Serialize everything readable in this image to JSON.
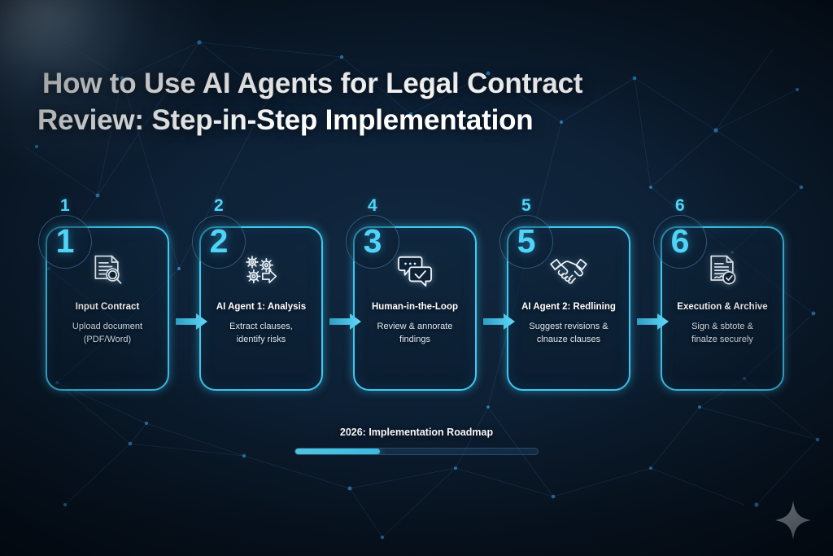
{
  "title": {
    "line1": "How to Use AI Agents for Legal Contract",
    "line2": "Review: Step-in-Step Implementation"
  },
  "colors": {
    "accent": "#3fc9f2",
    "accent_bright": "#4fd4f7",
    "background": "#0a1420",
    "text": "#ffffff",
    "text_muted": "#dfe9f2"
  },
  "steps": [
    {
      "mini_number": "1",
      "badge_number": "1",
      "icon": "document-search-icon",
      "title": "Input Contract",
      "desc_line1": "Upload document",
      "desc_line2": "(PDF/Word)"
    },
    {
      "mini_number": "2",
      "badge_number": "2",
      "icon": "gears-arrow-icon",
      "title": "AI Agent 1: Analysis",
      "desc_line1": "Extract clauses,",
      "desc_line2": "identify risks"
    },
    {
      "mini_number": "4",
      "badge_number": "3",
      "icon": "speech-bubbles-check-icon",
      "title": "Human-in-the-Loop",
      "desc_line1": "Review & annorate",
      "desc_line2": "findings"
    },
    {
      "mini_number": "5",
      "badge_number": "5",
      "icon": "handshake-icon",
      "title": "AI Agent 2: Redlining",
      "desc_line1": "Suggest revisions &",
      "desc_line2": "clnauze clauses"
    },
    {
      "mini_number": "6",
      "badge_number": "6",
      "icon": "signed-document-check-icon",
      "title": "Execution & Archive",
      "desc_line1": "Sign & sbtote &",
      "desc_line2": "finalze securely"
    }
  ],
  "footer": {
    "label": "2026: Implementation Roadmap",
    "progress_percent": 35
  },
  "decor": {
    "sparkle_icon": "four-point-star-icon"
  }
}
